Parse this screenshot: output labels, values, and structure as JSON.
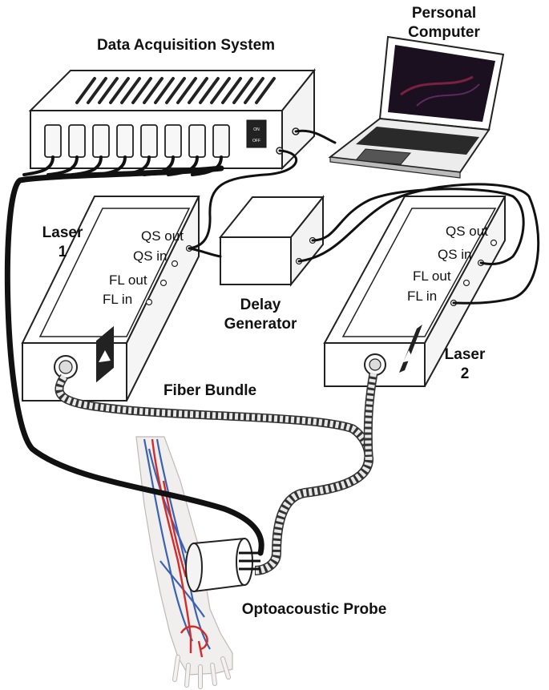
{
  "labels": {
    "computer_line1": "Personal",
    "computer_line2": "Computer",
    "daq": "Data Acquisition System",
    "laser1_line1": "Laser",
    "laser1_line2": "1",
    "laser2_line1": "Laser",
    "laser2_line2": "2",
    "delay_line1": "Delay",
    "delay_line2": "Generator",
    "fiber": "Fiber Bundle",
    "probe": "Optoacoustic Probe"
  },
  "ports": {
    "laser1": [
      "QS out",
      "QS in",
      "FL out",
      "FL in"
    ],
    "laser2": [
      "QS out",
      "QS in",
      "FL out",
      "FL in"
    ]
  },
  "daq_switch": [
    "ON",
    "OFF"
  ],
  "colors": {
    "device_outline": "#222222",
    "cable": "#111111",
    "artery": "#d42a2a",
    "vein": "#3a62b0",
    "screen": "#1a1020"
  },
  "icons": [
    "laser-warning-icon"
  ]
}
